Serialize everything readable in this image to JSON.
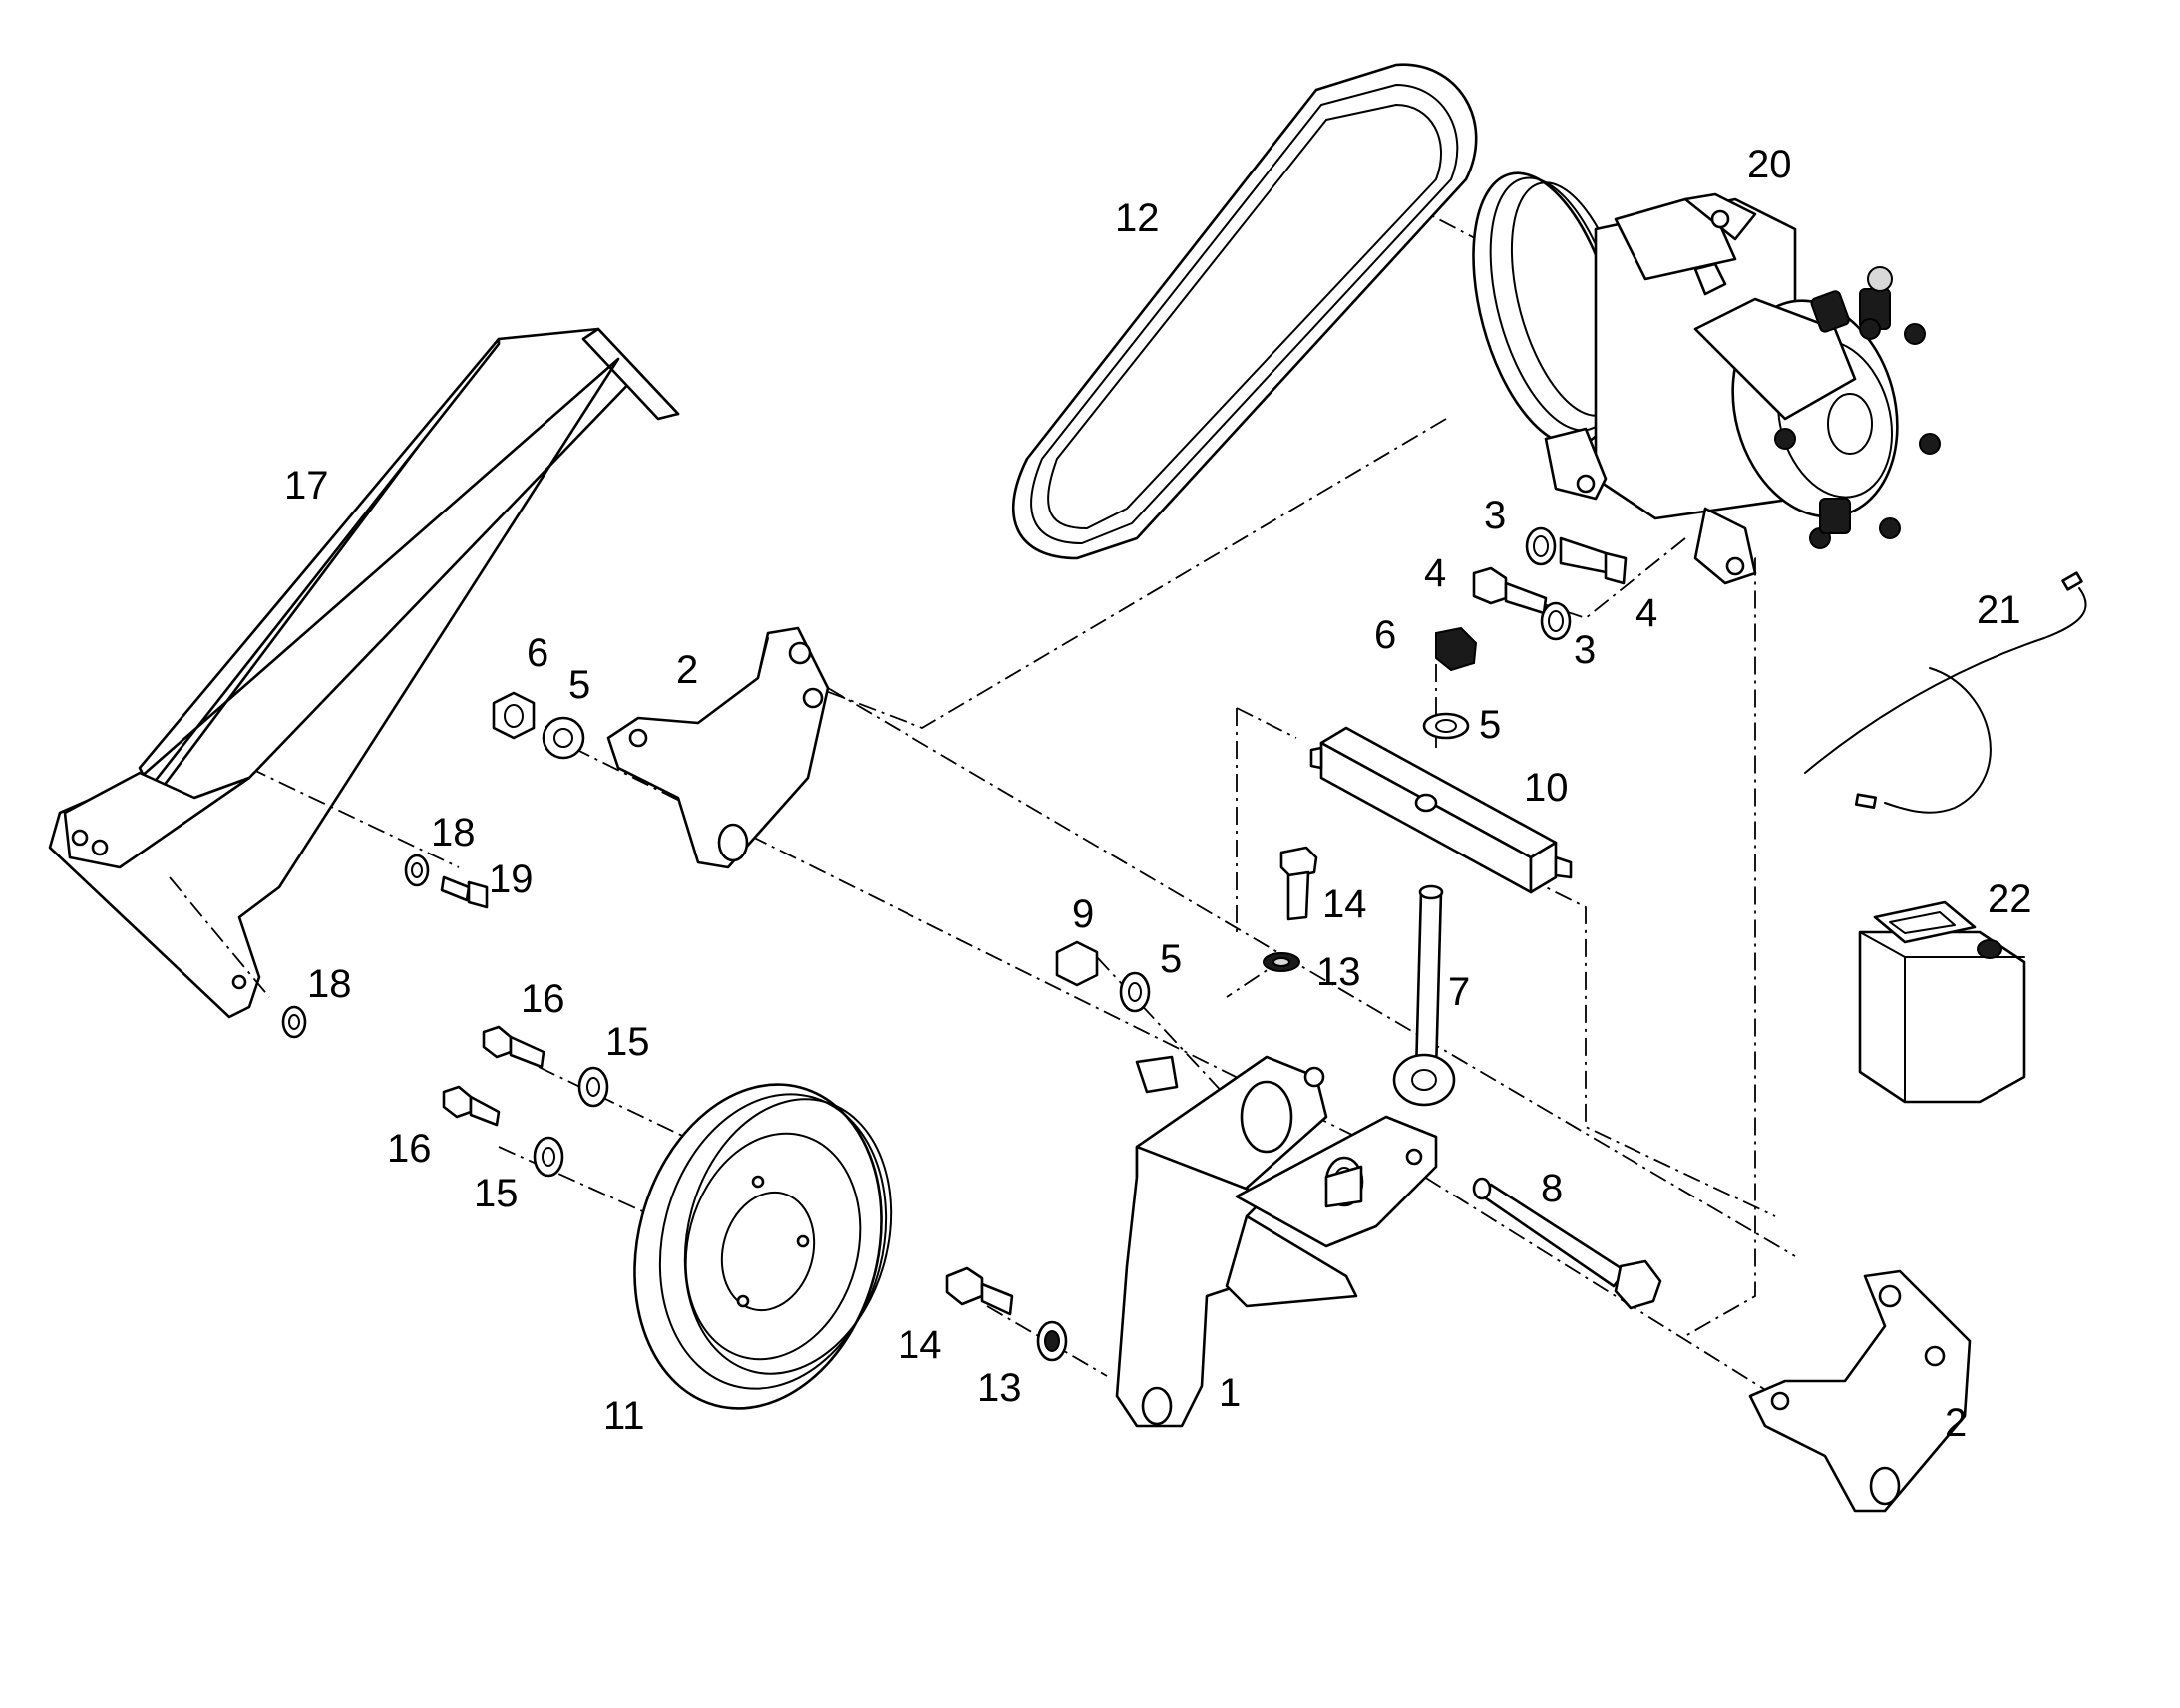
{
  "callouts": {
    "c1": "1",
    "c2a": "2",
    "c2b": "2",
    "c3a": "3",
    "c3b": "3",
    "c4a": "4",
    "c4b": "4",
    "c5a": "5",
    "c5b": "5",
    "c5c": "5",
    "c6a": "6",
    "c6b": "6",
    "c7": "7",
    "c8": "8",
    "c9": "9",
    "c10": "10",
    "c11": "11",
    "c12": "12",
    "c13a": "13",
    "c13b": "13",
    "c14a": "14",
    "c14b": "14",
    "c15a": "15",
    "c15b": "15",
    "c16a": "16",
    "c16b": "16",
    "c17": "17",
    "c18a": "18",
    "c18b": "18",
    "c19": "19",
    "c20": "20",
    "c21": "21",
    "c22": "22"
  },
  "colors": {
    "line": "#000000",
    "background": "#ffffff"
  }
}
